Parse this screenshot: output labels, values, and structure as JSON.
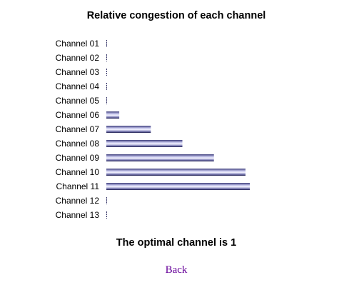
{
  "chart_data": {
    "type": "bar",
    "orientation": "horizontal",
    "title": "Relative congestion of each channel",
    "xlabel": "",
    "ylabel": "",
    "categories": [
      "Channel 01",
      "Channel 02",
      "Channel 03",
      "Channel 04",
      "Channel 05",
      "Channel 06",
      "Channel 07",
      "Channel 08",
      "Channel 09",
      "Channel 10",
      "Channel 11",
      "Channel 12",
      "Channel 13"
    ],
    "values": [
      0,
      0,
      0,
      0,
      0,
      9,
      31,
      53,
      75,
      97,
      100,
      0,
      0
    ],
    "xlim": [
      0,
      100
    ],
    "grid": false,
    "bar_color": "#4a4a8a"
  },
  "result_text": "The optimal channel is 1",
  "back_link": {
    "label": "Back",
    "color": "#660099"
  }
}
